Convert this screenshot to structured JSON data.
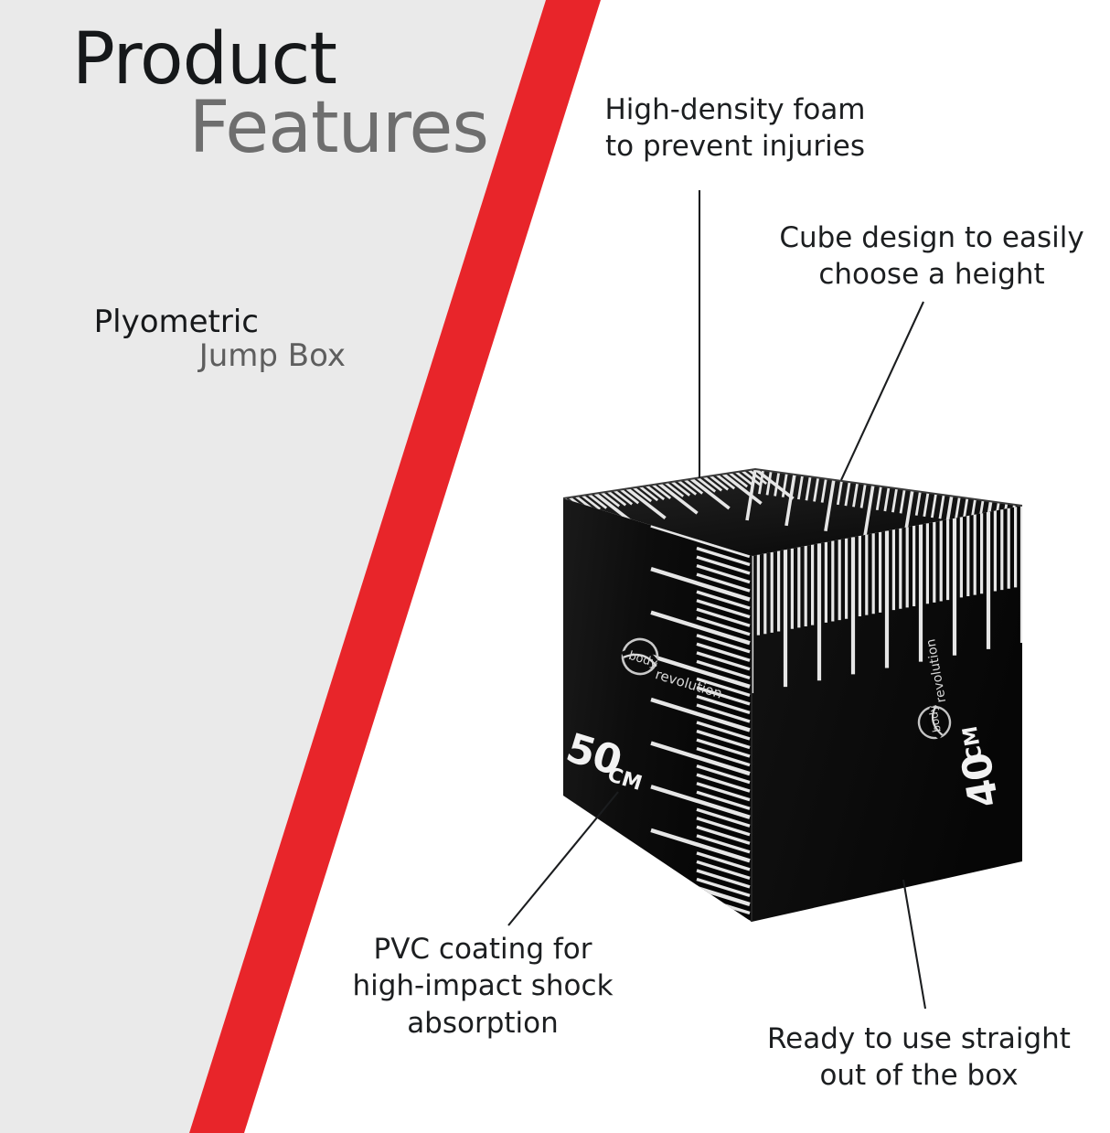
{
  "heading": {
    "line1": "Product",
    "line2": "Features"
  },
  "subheading": {
    "line1": "Plyometric",
    "line2": "Jump Box"
  },
  "callouts": [
    {
      "id": "foam",
      "text": "High-density foam\nto prevent injuries"
    },
    {
      "id": "cube",
      "text": "Cube design to easily\nchoose a height"
    },
    {
      "id": "pvc",
      "text": "PVC coating for\nhigh-impact shock\nabsorption"
    },
    {
      "id": "ready",
      "text": "Ready to use straight\nout of the box"
    }
  ],
  "product": {
    "front_face": {
      "size_number": "50",
      "size_unit": "CM",
      "brand_line1": "body",
      "brand_line2": "revolution"
    },
    "side_face": {
      "size_number": "40",
      "size_unit": "CM",
      "brand_line1": "body",
      "brand_line2": "revolution"
    }
  },
  "colors": {
    "accent_red": "#e8252a",
    "panel_gray": "#eaeaea",
    "panel_white": "#ffffff",
    "title_dark": "#16181a",
    "title_gray": "#6e6e6e",
    "box_black": "#0a0a0a",
    "tick_light": "#e6e6e6"
  }
}
